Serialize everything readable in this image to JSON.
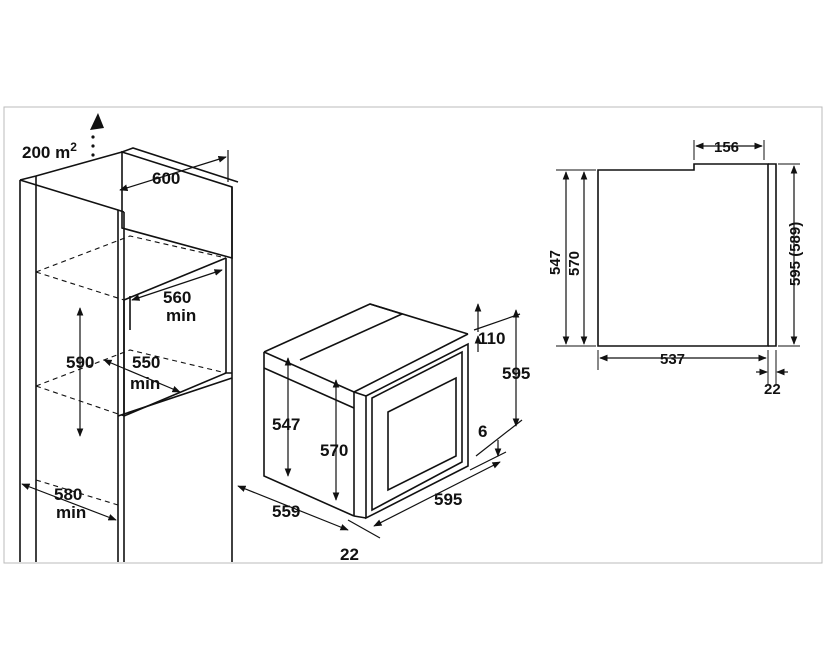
{
  "ventilation": {
    "value": "200 m",
    "sup": "2"
  },
  "cabinet": {
    "width": "600",
    "niche_depth": "560",
    "niche_depth_min": "min",
    "niche_height": "590",
    "floor_depth": "550",
    "floor_depth_min": "min",
    "side_depth": "580",
    "side_depth_min": "min"
  },
  "oven_3d": {
    "top_gap": "110",
    "front_height": "595",
    "body_height": "547",
    "inner_height": "570",
    "bottom_gap": "6",
    "depth": "559",
    "front_width": "595",
    "door_thickness": "22"
  },
  "side_view": {
    "handle_depth": "156",
    "body_height": "547",
    "inner_height": "570",
    "front_height": "595 (589)",
    "body_depth": "537",
    "door_thickness": "22"
  },
  "colors": {
    "line": "#111111",
    "frame": "#bbbbbb",
    "background": "#ffffff"
  }
}
